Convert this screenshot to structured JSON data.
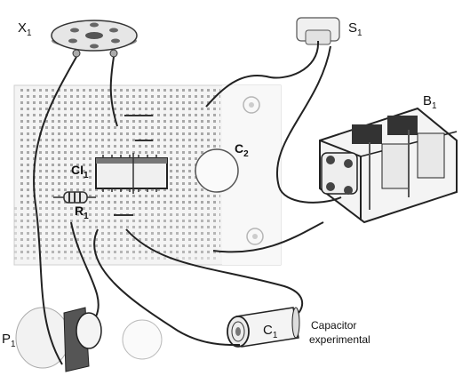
{
  "labels": {
    "x1": {
      "main": "X",
      "sub": "1"
    },
    "s1": {
      "main": "S",
      "sub": "1"
    },
    "b1": {
      "main": "B",
      "sub": "1"
    },
    "c2": {
      "main": "C",
      "sub": "2"
    },
    "ci1": {
      "main": "CI",
      "sub": "1"
    },
    "r1": {
      "main": "R",
      "sub": "1"
    },
    "p1": {
      "main": "P",
      "sub": "1"
    },
    "c1": {
      "main": "C",
      "sub": "1"
    },
    "capacitor_line1": "Capacitor",
    "capacitor_line2": "experimental"
  },
  "colors": {
    "ink": "#222222",
    "board": "#f4f4f4",
    "hole": "#9a9a9a",
    "shade": "#555555"
  }
}
